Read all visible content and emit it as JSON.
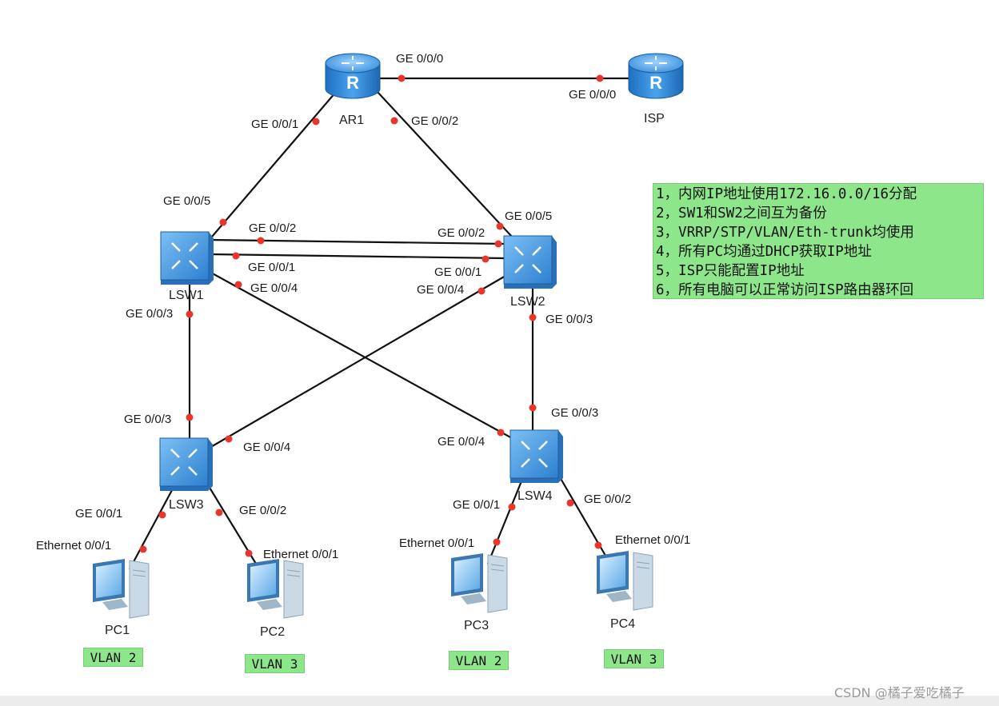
{
  "devices": {
    "ar1": "AR1",
    "isp": "ISP",
    "lsw1": "LSW1",
    "lsw2": "LSW2",
    "lsw3": "LSW3",
    "lsw4": "LSW4",
    "pc1": "PC1",
    "pc2": "PC2",
    "pc3": "PC3",
    "pc4": "PC4"
  },
  "ports": {
    "ar1_ge000": "GE 0/0/0",
    "isp_ge000": "GE 0/0/0",
    "ar1_ge001": "GE 0/0/1",
    "ar1_ge002": "GE 0/0/2",
    "lsw1_ge005": "GE 0/0/5",
    "lsw1_ge002": "GE 0/0/2",
    "lsw1_ge001": "GE 0/0/1",
    "lsw1_ge004": "GE 0/0/4",
    "lsw1_ge003": "GE 0/0/3",
    "lsw2_ge005": "GE 0/0/5",
    "lsw2_ge002": "GE 0/0/2",
    "lsw2_ge001": "GE 0/0/1",
    "lsw2_ge004": "GE 0/0/4",
    "lsw2_ge003": "GE 0/0/3",
    "lsw3_ge003": "GE 0/0/3",
    "lsw3_ge004": "GE 0/0/4",
    "lsw3_ge001": "GE 0/0/1",
    "lsw3_ge002": "GE 0/0/2",
    "lsw4_ge003": "GE 0/0/3",
    "lsw4_ge004": "GE 0/0/4",
    "lsw4_ge001": "GE 0/0/1",
    "lsw4_ge002": "GE 0/0/2",
    "pc1_eth": "Ethernet 0/0/1",
    "pc2_eth": "Ethernet 0/0/1",
    "pc3_eth": "Ethernet 0/0/1",
    "pc4_eth": "Ethernet 0/0/1"
  },
  "requirements": [
    "1，内网IP地址使用172.16.0.0/16分配",
    "2，SW1和SW2之间互为备份",
    "3，VRRP/STP/VLAN/Eth-trunk均使用",
    "4，所有PC均通过DHCP获取IP地址",
    "5，ISP只能配置IP地址",
    "6，所有电脑可以正常访问ISP路由器环回"
  ],
  "vlans": {
    "pc1": "VLAN 2",
    "pc2": "VLAN 3",
    "pc3": "VLAN 2",
    "pc4": "VLAN 3"
  },
  "watermark": "CSDN @橘子爱吃橘子",
  "colors": {
    "link": "#111111",
    "port_dot": "#e8352e",
    "note_bg": "#8ee68a",
    "device_blue": "#3d8fd8"
  },
  "icons": {
    "router": "router-icon",
    "switch": "switch-icon",
    "pc": "pc-icon"
  }
}
